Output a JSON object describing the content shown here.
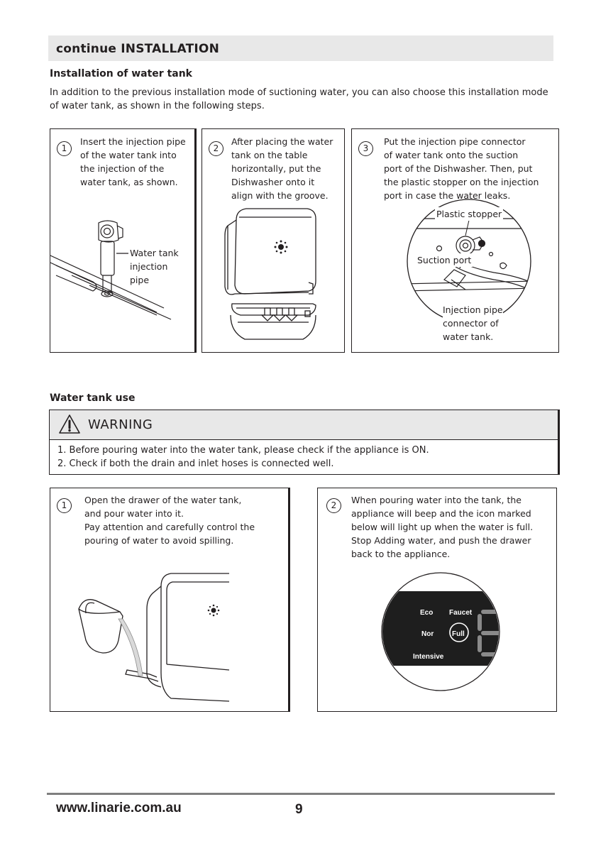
{
  "section_title": "continue INSTALLATION",
  "installation": {
    "heading": "Installation of water tank",
    "intro": "In addition to the previous installation mode of suctioning water, you can also choose this installation mode of water tank, as shown in the following steps.",
    "steps": [
      {
        "number": "1",
        "lines": [
          "Insert the injection pipe",
          "of the water tank into",
          "the injection of the",
          "water tank, as shown."
        ],
        "labels": [
          "Water tank",
          "injection",
          "pipe"
        ]
      },
      {
        "number": "2",
        "lines": [
          "After placing the water",
          "tank on the table",
          "horizontally, put the",
          "Dishwasher onto it",
          "align with the groove."
        ]
      },
      {
        "number": "3",
        "lines": [
          "Put the injection pipe connector",
          "of water tank onto the suction",
          "port of the Dishwasher. Then, put",
          "the plastic stopper on the injection",
          "port in case the water leaks."
        ],
        "label_stopper": "Plastic stopper",
        "label_suction": "Suction port",
        "label_connector": [
          "Injection pipe",
          "connector of",
          "water tank."
        ]
      }
    ]
  },
  "water_tank_use": {
    "heading": "Water tank use",
    "warning": {
      "title": "WARNING",
      "items": [
        "1. Before pouring water into the water tank, please check if the appliance is ON.",
        "2. Check if both the drain and inlet hoses is connected well."
      ]
    },
    "steps": [
      {
        "number": "1",
        "lines": [
          "Open the drawer of the water tank,",
          "and pour water into it.",
          "Pay attention and carefully control the",
          "pouring of water to avoid spilling."
        ]
      },
      {
        "number": "2",
        "lines": [
          "When pouring water into the tank, the",
          "appliance will beep and the icon marked",
          "below will light up when the water is full.",
          "Stop Adding water, and push the drawer",
          "back to the appliance."
        ],
        "panel": {
          "eco": "Eco",
          "faucet": "Faucet",
          "nor": "Nor",
          "full": "Full",
          "intensive": "Intensive"
        }
      }
    ]
  },
  "footer": {
    "url": "www.linarie.com.au",
    "page": "9"
  }
}
